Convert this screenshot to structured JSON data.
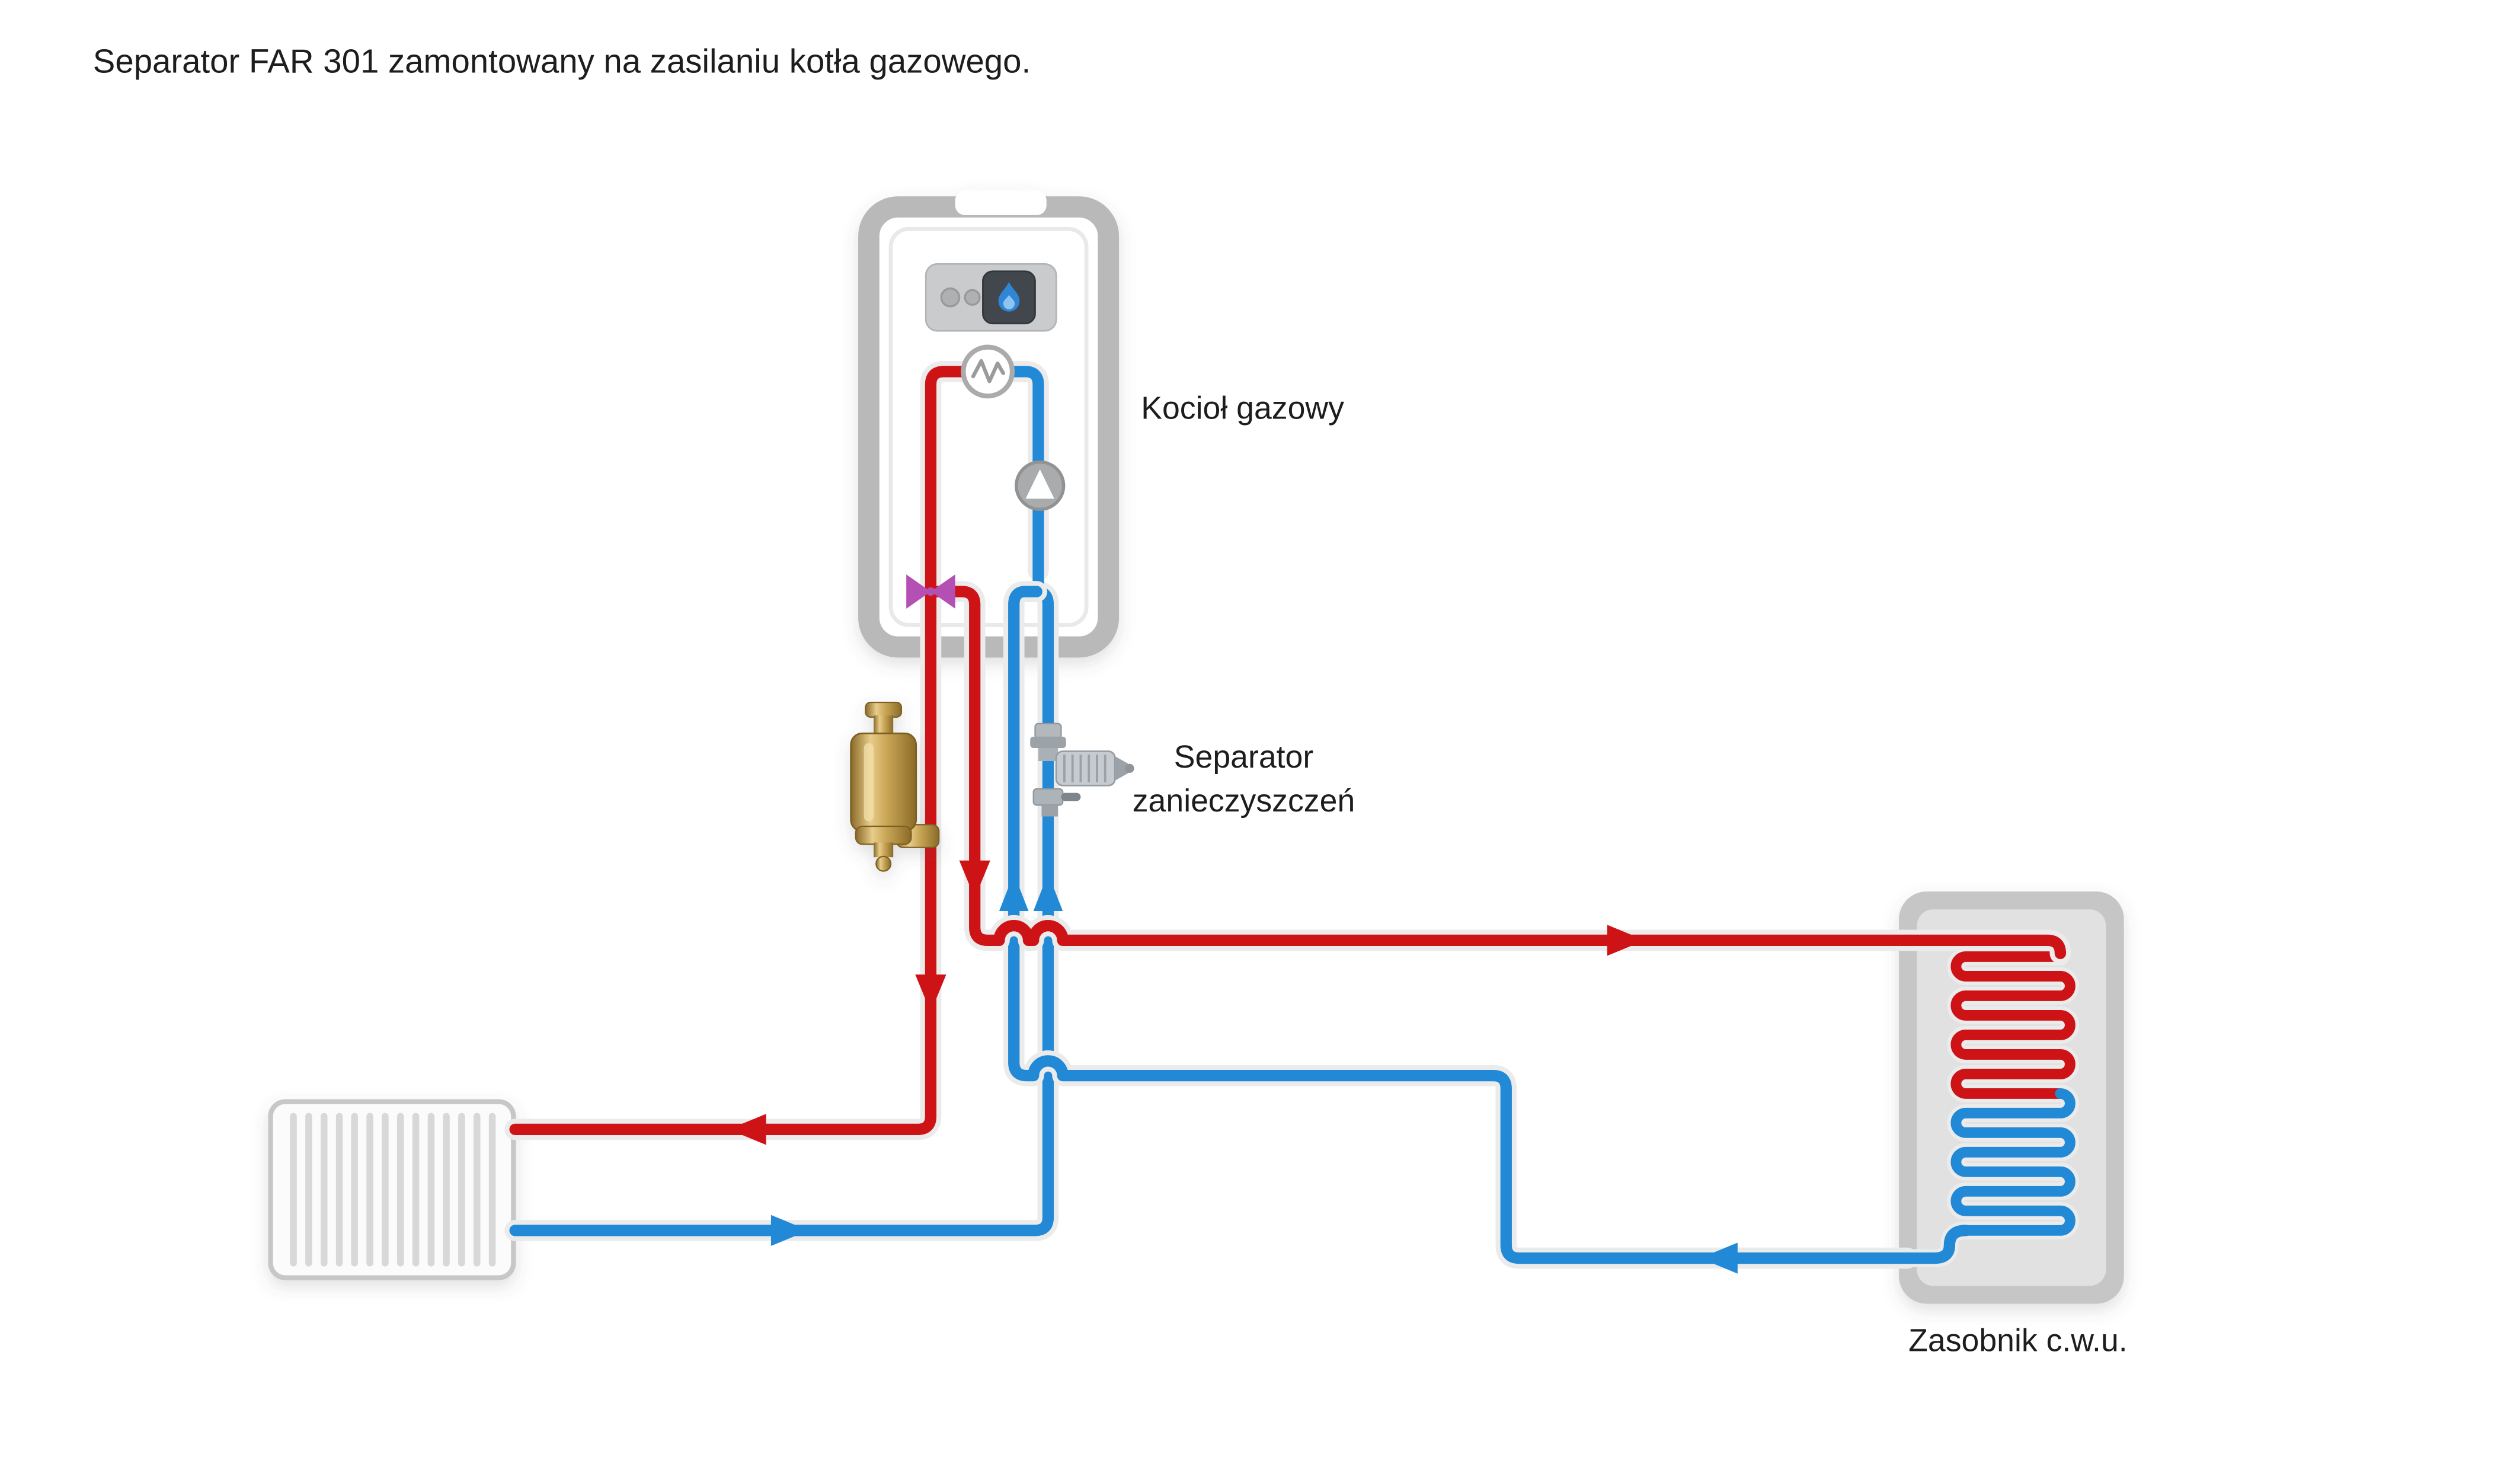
{
  "title": "Separator FAR 301  zamontowany na zasilaniu kotła gazowego.",
  "diagram": {
    "boiler_label": "Kocioł gazowy",
    "separator_label_line1": "Separator",
    "separator_label_line2": "zanieczyszczeń",
    "tank_label": "Zasobnik c.w.u."
  },
  "colors": {
    "supply_red": "#ce1317",
    "return_blue": "#2189d6",
    "valve_purple": "#b44fb4",
    "brass_light": "#e8cc8a",
    "brass_mid": "#c9a656",
    "brass_dark": "#8a6a28",
    "component_gray": "#b9b9b9",
    "pipe_casing": "#ebebeb",
    "flame_blue": "#2f86d6",
    "text": "#1d1d1d",
    "background": "#ffffff"
  }
}
